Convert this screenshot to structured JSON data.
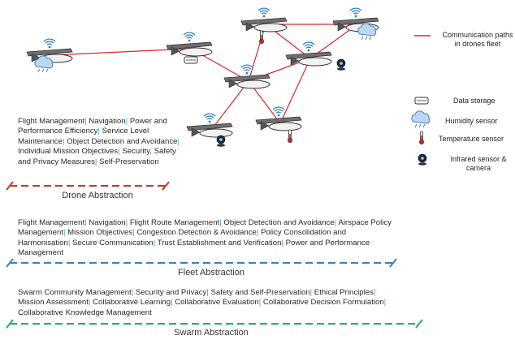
{
  "legend": {
    "communication": "Communication paths in drones fleet",
    "data_storage": "Data storage",
    "humidity": "Humidity sensor",
    "temperature": "Temperature sensor",
    "infrared": "Infrared sensor & camera",
    "colors": {
      "path": "#d62828",
      "drone_abs": "#c0392b",
      "fleet_abs": "#2e86c1",
      "swarm_abs": "#27ae60",
      "separator": "#3aa0d8"
    }
  },
  "drone_abstraction": {
    "title": "Drone Abstraction",
    "items": [
      "Flight Management",
      "Navigation",
      "Power and Performance Efficiency",
      "Service Level Maintenance",
      "Object Detection and Avoidance",
      "Individual Mission Objectives",
      "Security, Safety and Privacy Measures",
      "Self-Preservation"
    ]
  },
  "fleet_abstraction": {
    "title": "Fleet Abstraction",
    "items": [
      "Flight Management",
      "Navigation",
      "Flight Route Management",
      "Object Detection and Avoidance",
      "Airspace Policy Management",
      "Mission Objectives",
      "Congestion Detection & Avoidance",
      "Policy Consolidation and Harmonisation",
      "Secure Communication",
      "Trust Establishment and Verification",
      "Power and Performance Management"
    ]
  },
  "swarm_abstraction": {
    "title": "Swarm Abstraction",
    "items": [
      "Swarm Community Management",
      "Security and Privacy",
      "Safety and Self-Preservation",
      "Ethical Principles",
      "Mission Assessment",
      "Collaborative Learning",
      "Collaborative Evaluation",
      "Collaborative Decision Formulation",
      "Collaborative Knowledge Management"
    ]
  }
}
